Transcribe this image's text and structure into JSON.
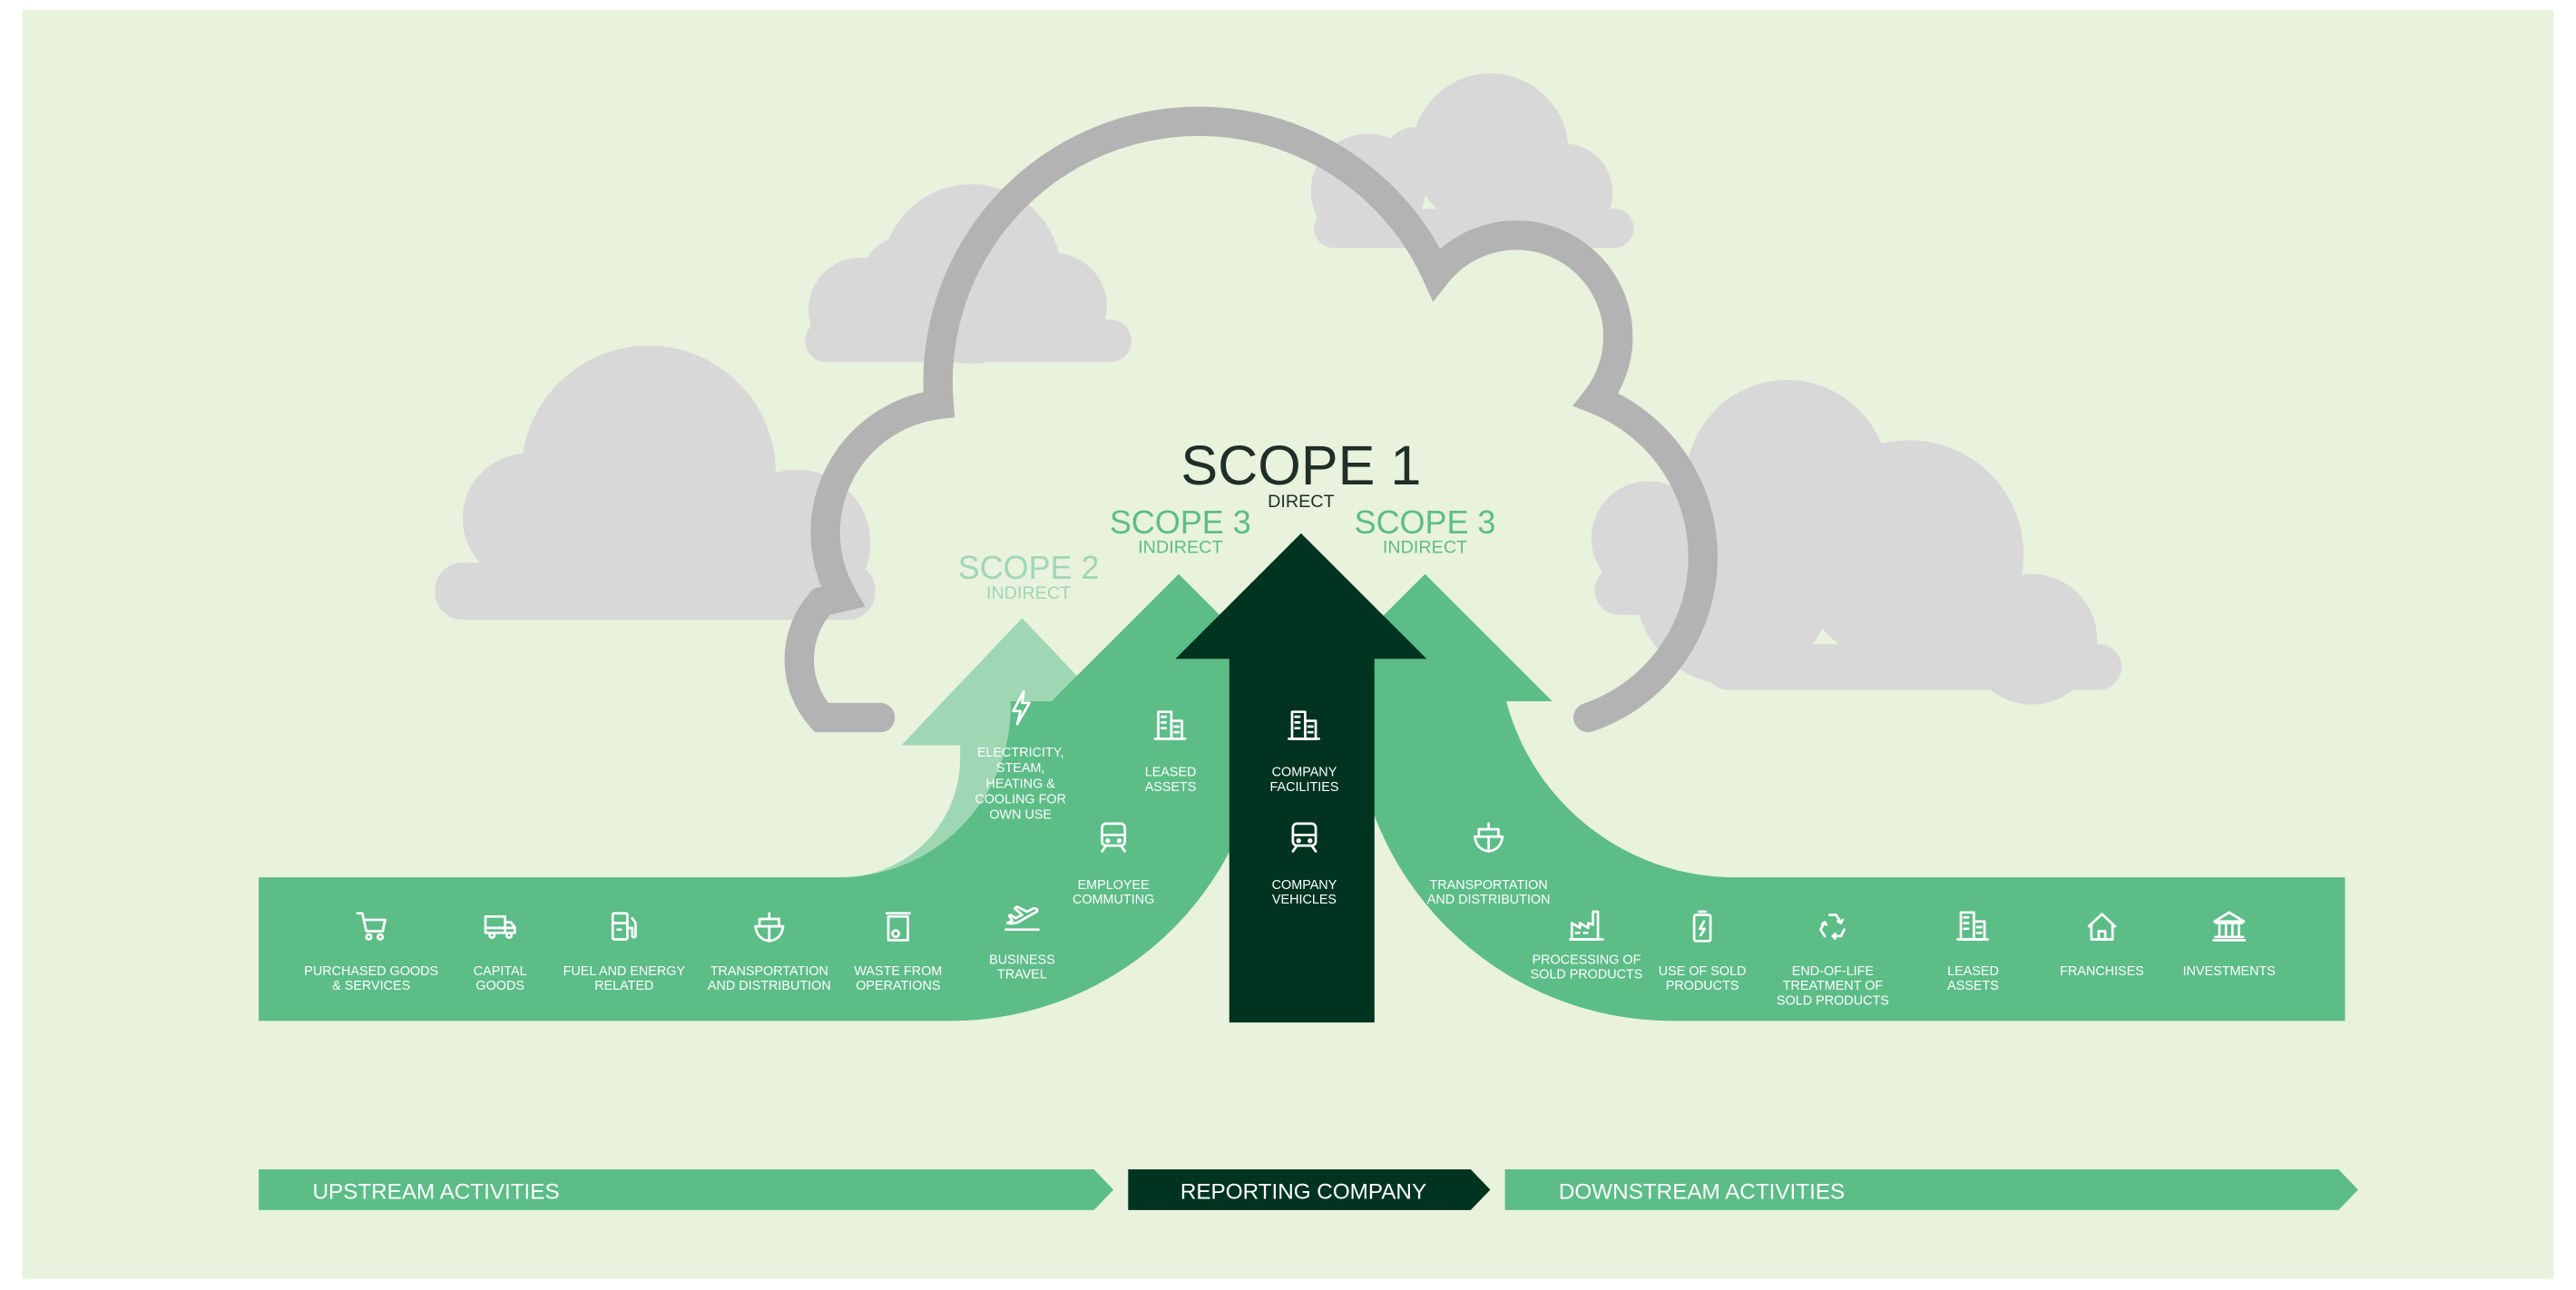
{
  "colors": {
    "background": "#e8f2dd",
    "page_border": "#ffffff",
    "cloud_light": "#d8d8d8",
    "cloud_outline": "#b3b3b3",
    "green": "#5cbd87",
    "green_light": "#9fd7b5",
    "dark_green": "#003420"
  },
  "scopes": {
    "scope1": {
      "title": "SCOPE 1",
      "subtitle": "DIRECT"
    },
    "scope2": {
      "title": "SCOPE 2",
      "subtitle": "INDIRECT"
    },
    "scope3_left": {
      "title": "SCOPE 3",
      "subtitle": "INDIRECT"
    },
    "scope3_right": {
      "title": "SCOPE 3",
      "subtitle": "INDIRECT"
    }
  },
  "scope2_items": [
    {
      "icon": "lightning-icon",
      "label": [
        "ELECTRICITY,",
        "STEAM,",
        "HEATING &",
        "COOLING FOR",
        "OWN USE"
      ]
    }
  ],
  "scope3_left_items": [
    {
      "icon": "building-icon",
      "label": [
        "LEASED",
        "ASSETS"
      ]
    },
    {
      "icon": "train-icon",
      "label": [
        "EMPLOYEE",
        "COMMUTING"
      ]
    }
  ],
  "scope1_items": [
    {
      "icon": "building-icon",
      "label": [
        "COMPANY",
        "FACILITIES"
      ]
    },
    {
      "icon": "train-icon",
      "label": [
        "COMPANY",
        "VEHICLES"
      ]
    }
  ],
  "scope3_right_items": [
    {
      "icon": "ship-icon",
      "label": [
        "TRANSPORTATION",
        "AND DISTRIBUTION"
      ]
    }
  ],
  "upstream_items": [
    {
      "icon": "shopping-cart-icon",
      "label": [
        "PURCHASED GOODS",
        "& SERVICES"
      ]
    },
    {
      "icon": "truck-icon",
      "label": [
        "CAPITAL",
        "GOODS"
      ]
    },
    {
      "icon": "fuel-pump-icon",
      "label": [
        "FUEL AND ENERGY",
        "RELATED"
      ]
    },
    {
      "icon": "ship-icon",
      "label": [
        "TRANSPORTATION",
        "AND DISTRIBUTION"
      ]
    },
    {
      "icon": "waste-bin-icon",
      "label": [
        "WASTE FROM",
        "OPERATIONS"
      ]
    },
    {
      "icon": "airplane-icon",
      "label": [
        "BUSINESS",
        "TRAVEL"
      ]
    }
  ],
  "downstream_items": [
    {
      "icon": "factory-icon",
      "label": [
        "PROCESSING OF",
        "SOLD PRODUCTS"
      ]
    },
    {
      "icon": "battery-icon",
      "label": [
        "USE OF SOLD",
        "PRODUCTS"
      ]
    },
    {
      "icon": "recycle-icon",
      "label": [
        "END-OF-LIFE",
        "TREATMENT OF",
        "SOLD PRODUCTS"
      ]
    },
    {
      "icon": "building-icon",
      "label": [
        "LEASED",
        "ASSETS"
      ]
    },
    {
      "icon": "store-icon",
      "label": [
        "FRANCHISES"
      ]
    },
    {
      "icon": "bank-icon",
      "label": [
        "INVESTMENTS"
      ]
    }
  ],
  "bands": {
    "upstream": "UPSTREAM ACTIVITIES",
    "reporting": "REPORTING COMPANY",
    "downstream": "DOWNSTREAM ACTIVITIES"
  }
}
